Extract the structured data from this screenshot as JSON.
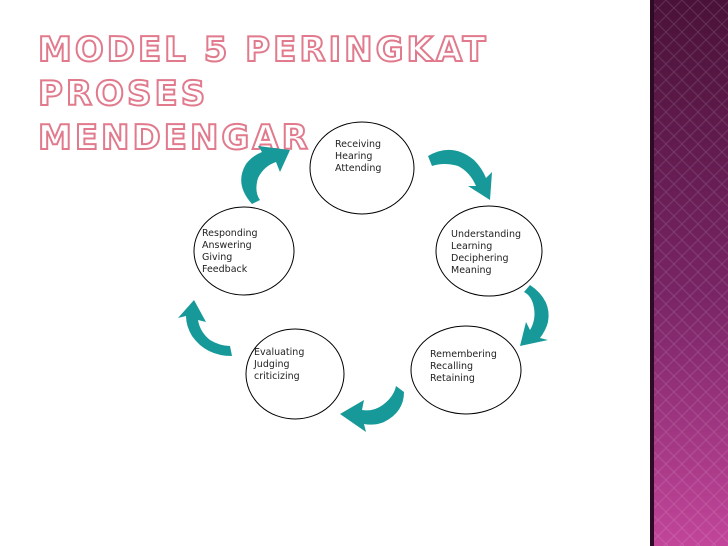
{
  "title": {
    "line1": "MODEL 5 PERINGKAT PROSES",
    "line2": "MENDENGAR"
  },
  "colors": {
    "arrow": "#17999a",
    "title_outline": "#e07a8c",
    "panel_base": "#5a1a4a",
    "panel_accent": "#c2459a"
  },
  "nodes": [
    {
      "lines": [
        "Receiving",
        "Hearing",
        "Attending"
      ]
    },
    {
      "lines": [
        "Understanding",
        "Learning",
        "Deciphering",
        "Meaning"
      ]
    },
    {
      "lines": [
        "Remembering",
        "Recalling",
        "Retaining"
      ]
    },
    {
      "lines": [
        "Evaluating",
        "Judging",
        "criticizing"
      ]
    },
    {
      "lines": [
        "Responding",
        "Answering",
        "Giving",
        "Feedback"
      ]
    }
  ],
  "arrows": [
    {
      "icon": "curved-arrow-icon"
    },
    {
      "icon": "curved-arrow-icon"
    },
    {
      "icon": "curved-arrow-icon"
    },
    {
      "icon": "curved-arrow-icon"
    },
    {
      "icon": "curved-arrow-icon"
    }
  ]
}
